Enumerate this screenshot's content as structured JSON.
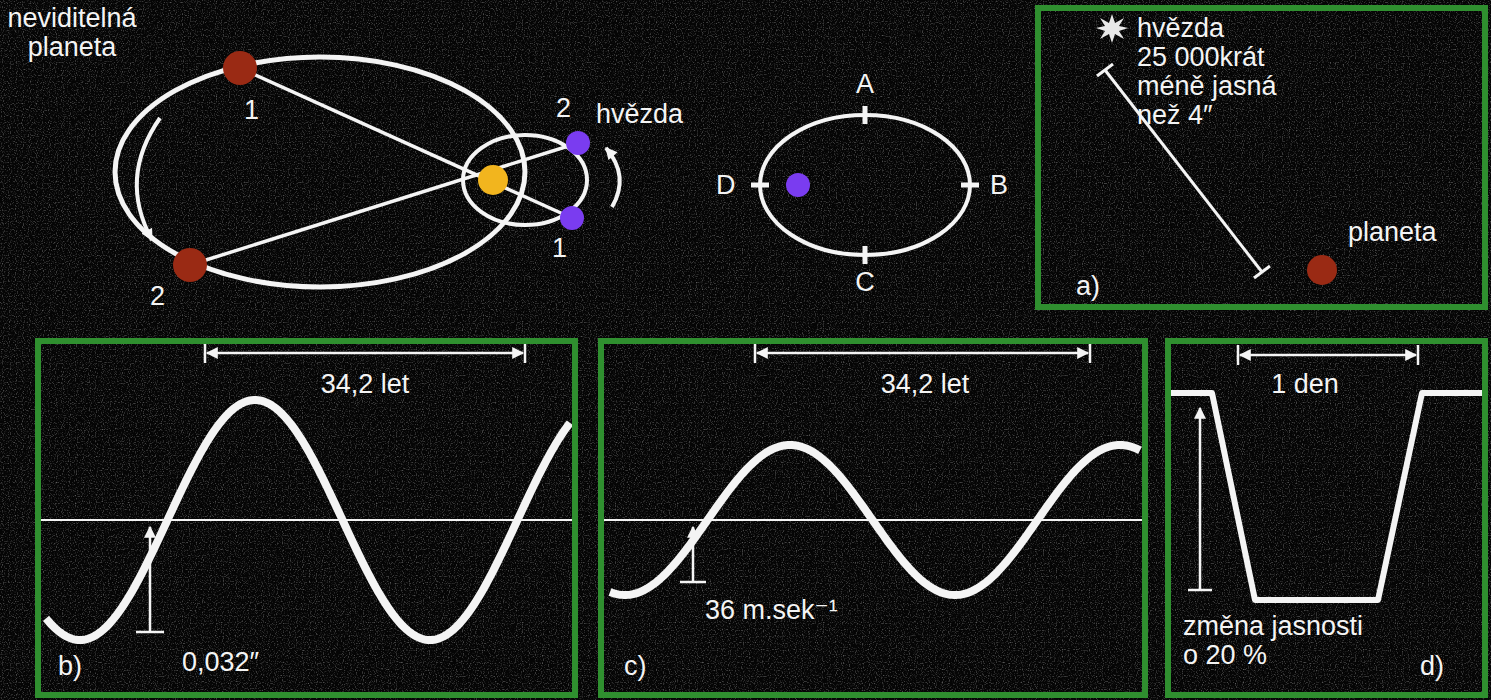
{
  "diagram": {
    "nodes": [
      {
        "text": [
          "hvězda 25 000krát méně jasná než 4″",
          "planeta",
          "a)"
        ]
      },
      {
        "text": [
          "34,2 let",
          "0,032″",
          "b)"
        ]
      },
      {
        "text": [
          "34,2 let",
          "36 m.sek⁻¹",
          "c)"
        ]
      },
      {
        "text": [
          "1 den",
          "změna jasnosti o 20 %",
          "d)"
        ]
      }
    ],
    "labels": [
      "neviditelná planeta",
      "1",
      "2",
      "2",
      "hvězda",
      "1",
      "A",
      "B",
      "C",
      "D"
    ]
  }
}
